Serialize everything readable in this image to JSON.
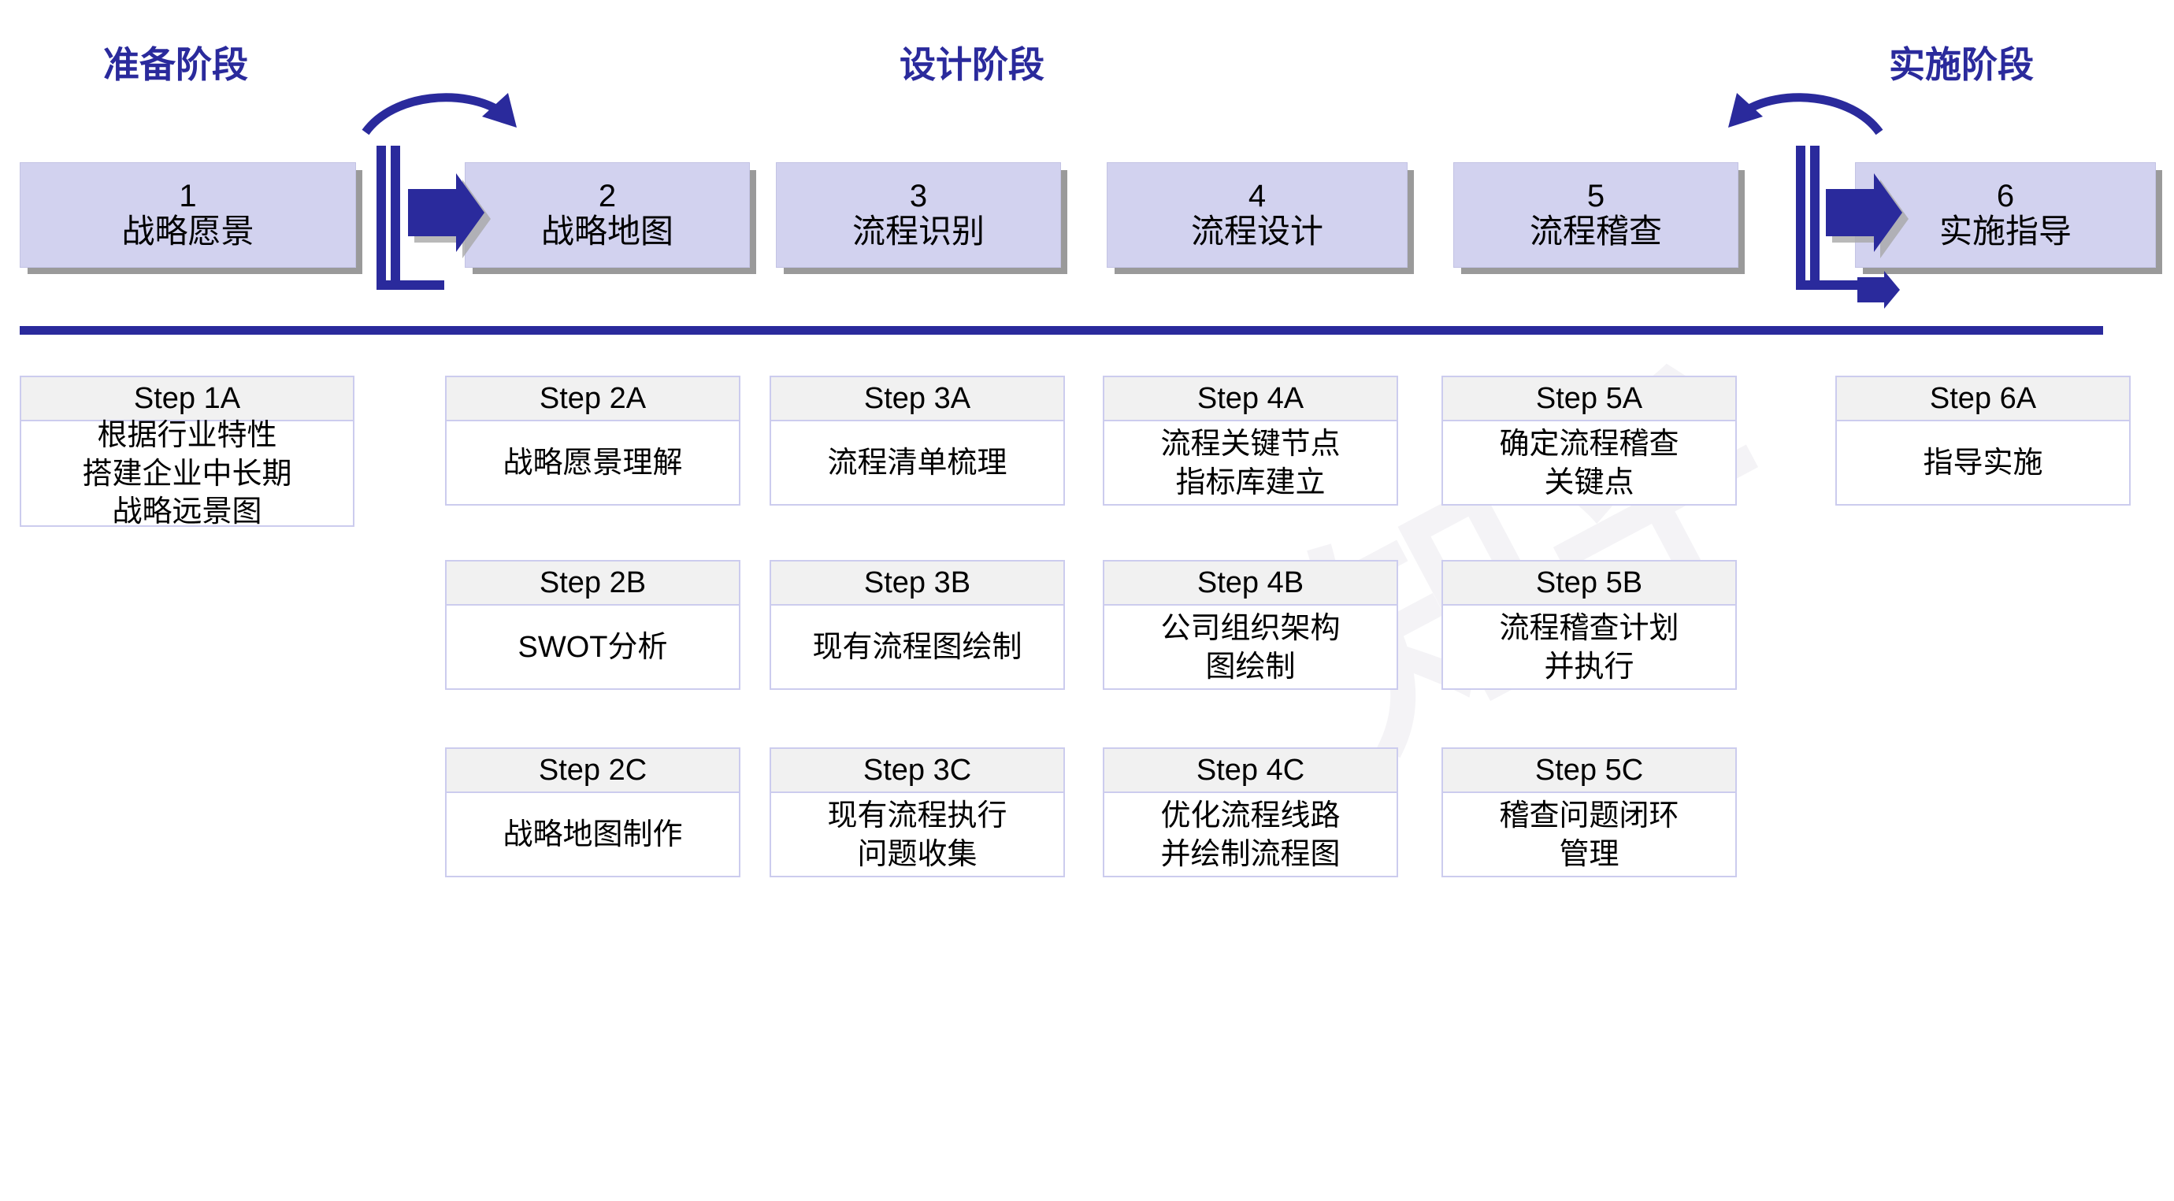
{
  "watermark": {
    "text": "知乎"
  },
  "colors": {
    "accent": "#2a2a9c",
    "stage_fill": "#d2d2ef",
    "step_border": "#ccccee",
    "step_header_fill": "#f1f1f1",
    "shadow": "#9a9a9a"
  },
  "phases": [
    {
      "label": "准备阶段"
    },
    {
      "label": "设计阶段"
    },
    {
      "label": "实施阶段"
    }
  ],
  "stages": [
    {
      "number": "1",
      "name": "战略愿景"
    },
    {
      "number": "2",
      "name": "战略地图"
    },
    {
      "number": "3",
      "name": "流程识别"
    },
    {
      "number": "4",
      "name": "流程设计"
    },
    {
      "number": "5",
      "name": "流程稽查"
    },
    {
      "number": "6",
      "name": "实施指导"
    }
  ],
  "steps": {
    "col1": [
      {
        "title": "Step 1A",
        "body": "根据行业特性\n搭建企业中长期\n战略远景图"
      }
    ],
    "col2": [
      {
        "title": "Step 2A",
        "body": "战略愿景理解"
      },
      {
        "title": "Step 2B",
        "body": "SWOT分析"
      },
      {
        "title": "Step 2C",
        "body": "战略地图制作"
      }
    ],
    "col3": [
      {
        "title": "Step 3A",
        "body": "流程清单梳理"
      },
      {
        "title": "Step 3B",
        "body": "现有流程图绘制"
      },
      {
        "title": "Step 3C",
        "body": "现有流程执行\n问题收集"
      }
    ],
    "col4": [
      {
        "title": "Step 4A",
        "body": "流程关键节点\n指标库建立"
      },
      {
        "title": "Step 4B",
        "body": "公司组织架构\n图绘制"
      },
      {
        "title": "Step 4C",
        "body": "优化流程线路\n并绘制流程图"
      }
    ],
    "col5": [
      {
        "title": "Step 5A",
        "body": "确定流程稽查\n关键点"
      },
      {
        "title": "Step 5B",
        "body": "流程稽查计划\n并执行"
      },
      {
        "title": "Step 5C",
        "body": "稽查问题闭环\n管理"
      }
    ],
    "col6": [
      {
        "title": "Step 6A",
        "body": "指导实施"
      }
    ]
  }
}
